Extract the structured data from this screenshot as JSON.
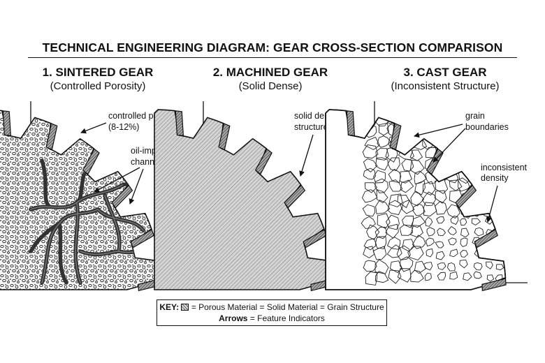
{
  "title": "TECHNICAL ENGINEERING DIAGRAM: GEAR CROSS-SECTION COMPARISON",
  "panels": [
    {
      "heading": "1. SINTERED GEAR",
      "subheading": "(Controlled Porosity)",
      "annotations": [
        "controlled porosity",
        "(8-12%)",
        "oil-impregnated",
        "channels"
      ]
    },
    {
      "heading": "2. MACHINED GEAR",
      "subheading": "(Solid Dense)",
      "annotations": [
        "solid dense",
        "structure"
      ]
    },
    {
      "heading": "3. CAST GEAR",
      "subheading": "(Inconsistent Structure)",
      "annotations": [
        "grain",
        "boundaries",
        "inconsistent",
        "density"
      ]
    }
  ],
  "key": {
    "label": "KEY:",
    "line1": "= Porous Material = Solid Material = Grain Structure",
    "arrows_label": "Arrows",
    "line2": "= Feature Indicators"
  },
  "colors": {
    "ink": "#111111",
    "background": "#ffffff",
    "solid_fill": "#d4d4d4",
    "channel": "#333333"
  }
}
